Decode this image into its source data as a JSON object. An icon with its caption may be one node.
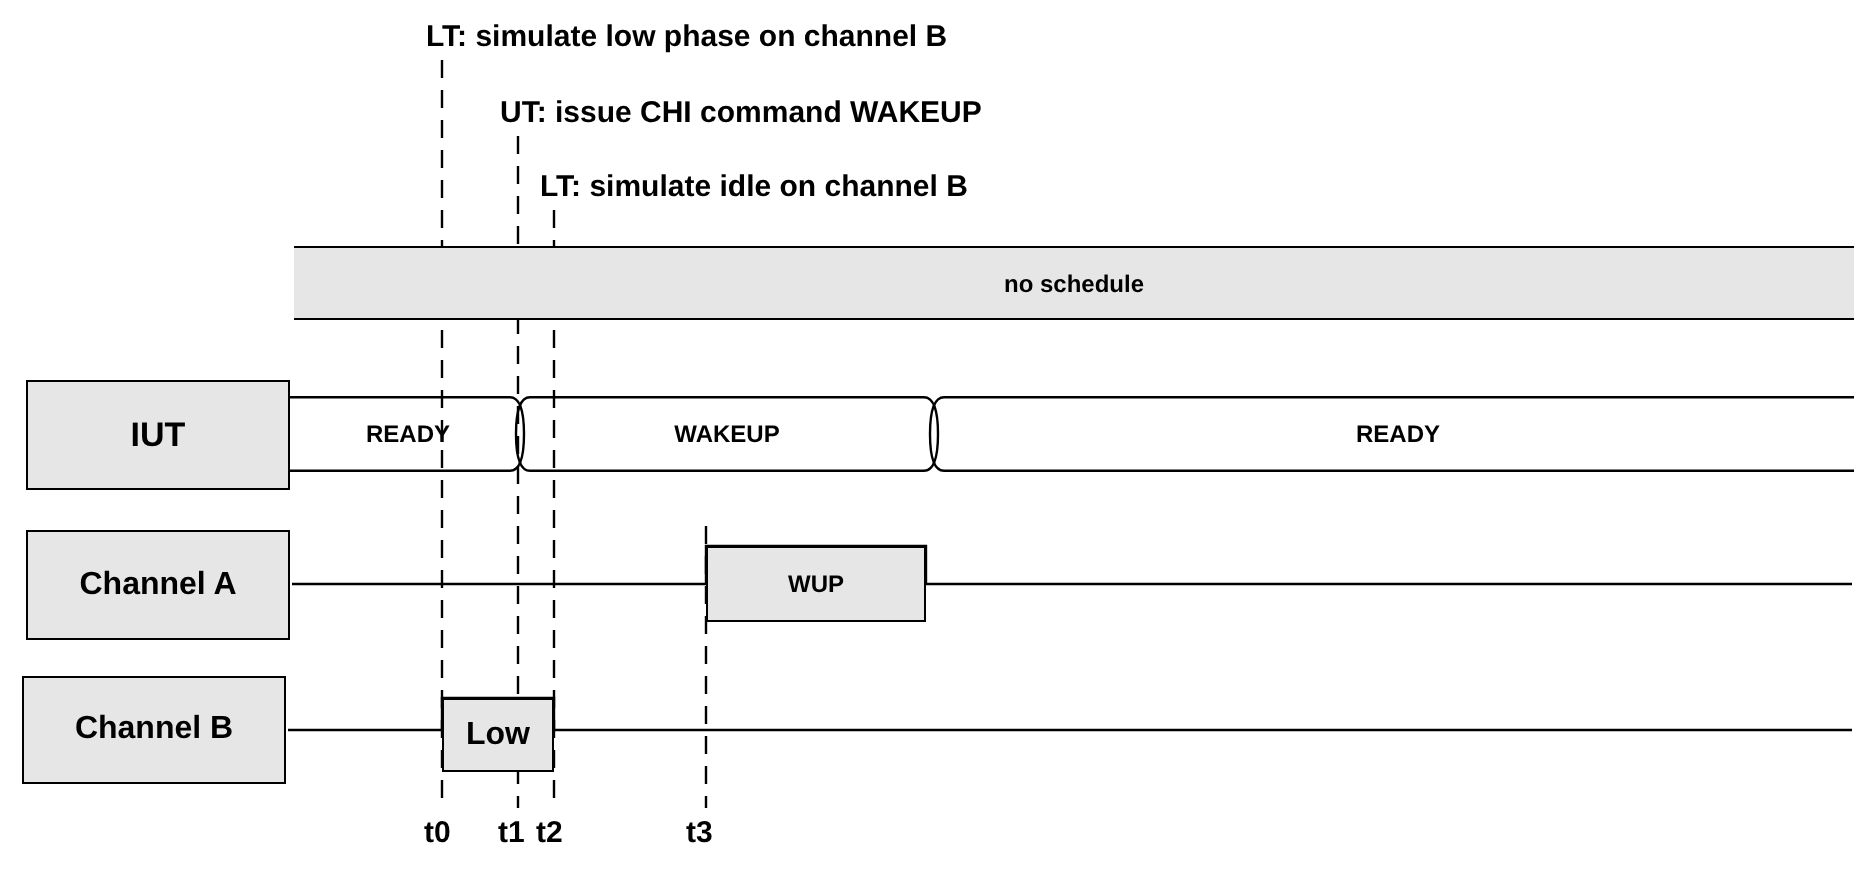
{
  "diagram": {
    "nodes": [
      {
        "text": [
          "no schedule"
        ]
      },
      {
        "text": [
          "IUT"
        ]
      },
      {
        "text": [
          "READY"
        ]
      },
      {
        "text": [
          "WAKEUP"
        ]
      },
      {
        "text": [
          "READY"
        ]
      },
      {
        "text": [
          "Channel A"
        ]
      },
      {
        "text": [
          "WUP"
        ]
      },
      {
        "text": [
          "Channel B"
        ]
      },
      {
        "text": [
          "Low"
        ]
      }
    ],
    "edges": [],
    "labels": [
      "LT: simulate low phase on channel B",
      "UT: issue CHI command WAKEUP",
      "LT: simulate idle on channel B",
      "t0",
      "t1",
      "t2",
      "t3"
    ]
  }
}
